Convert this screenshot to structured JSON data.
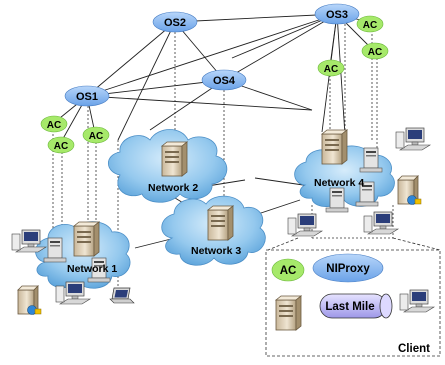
{
  "diagram": {
    "os_nodes": [
      "OS1",
      "OS2",
      "OS3",
      "OS4"
    ],
    "ac_label": "AC",
    "networks": [
      "Network 1",
      "Network 2",
      "Network 3",
      "Network 4"
    ],
    "legend": {
      "ac": "AC",
      "niproxy": "NIProxy",
      "last_mile": "Last Mile",
      "client": "Client"
    }
  },
  "colors": {
    "os_fill": "#7fb2f0",
    "ac_fill": "#a6e96a",
    "cloud_fill": "#8fc6ee",
    "line": "#222222"
  }
}
